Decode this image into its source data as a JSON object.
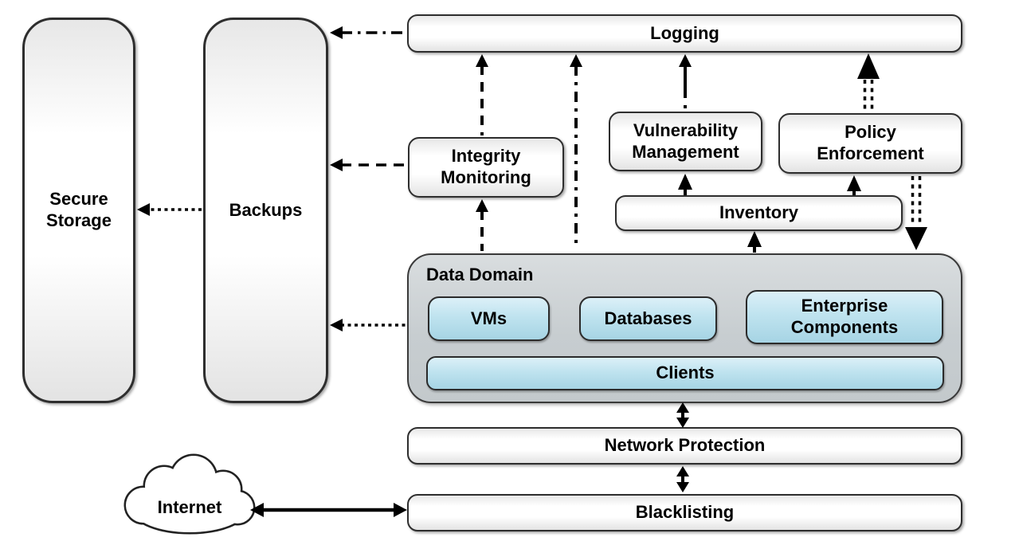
{
  "diagram": {
    "kind": "security-architecture-block-diagram",
    "nodes": {
      "secure_storage": {
        "label": "Secure Storage"
      },
      "backups": {
        "label": "Backups"
      },
      "logging": {
        "label": "Logging"
      },
      "integrity_monitoring": {
        "label": "Integrity Monitoring"
      },
      "vulnerability_management": {
        "label": "Vulnerability Management"
      },
      "policy_enforcement": {
        "label": "Policy Enforcement"
      },
      "inventory": {
        "label": "Inventory"
      },
      "data_domain": {
        "label": "Data Domain"
      },
      "vms": {
        "label": "VMs"
      },
      "databases": {
        "label": "Databases"
      },
      "enterprise_components": {
        "label": "Enterprise Components"
      },
      "clients": {
        "label": "Clients"
      },
      "network_protection": {
        "label": "Network Protection"
      },
      "blacklisting": {
        "label": "Blacklisting"
      },
      "internet": {
        "label": "Internet"
      }
    },
    "edges": [
      {
        "from": "Backups",
        "to": "Secure Storage",
        "style": "dotted",
        "direction": "one-way"
      },
      {
        "from": "Logging",
        "to": "Backups",
        "style": "dash-dot",
        "direction": "one-way"
      },
      {
        "from": "Integrity Monitoring",
        "to": "Backups",
        "style": "dashed",
        "direction": "one-way"
      },
      {
        "from": "Data Domain",
        "to": "Backups",
        "style": "dotted",
        "direction": "one-way"
      },
      {
        "from": "Data Domain",
        "to": "Integrity Monitoring",
        "style": "dashed",
        "direction": "one-way"
      },
      {
        "from": "Integrity Monitoring",
        "to": "Logging",
        "style": "dashed",
        "direction": "one-way"
      },
      {
        "from": "Data Domain",
        "to": "Logging",
        "style": "dash-dot",
        "direction": "one-way"
      },
      {
        "from": "Vulnerability Management",
        "to": "Logging",
        "style": "dash-dot",
        "direction": "one-way"
      },
      {
        "from": "Policy Enforcement",
        "to": "Logging",
        "style": "double-dashed",
        "direction": "one-way"
      },
      {
        "from": "Policy Enforcement",
        "to": "Data Domain",
        "style": "double-dashed",
        "direction": "one-way"
      },
      {
        "from": "Inventory",
        "to": "Vulnerability Management",
        "style": "solid",
        "direction": "one-way"
      },
      {
        "from": "Inventory",
        "to": "Policy Enforcement",
        "style": "solid",
        "direction": "one-way"
      },
      {
        "from": "Data Domain",
        "to": "Inventory",
        "style": "solid",
        "direction": "one-way"
      },
      {
        "from": "Data Domain",
        "to": "Network Protection",
        "style": "solid",
        "direction": "two-way"
      },
      {
        "from": "Network Protection",
        "to": "Blacklisting",
        "style": "solid",
        "direction": "two-way"
      },
      {
        "from": "Internet",
        "to": "Blacklisting",
        "style": "solid",
        "direction": "two-way"
      }
    ],
    "colors": {
      "background": "#ffffff",
      "node_fill": "#ffffff",
      "node_border": "#2e2e2e",
      "data_domain_fill": "#c7cdd0",
      "component_fill": "#bfe3ef",
      "arrow": "#000000",
      "text": "#000000"
    }
  }
}
